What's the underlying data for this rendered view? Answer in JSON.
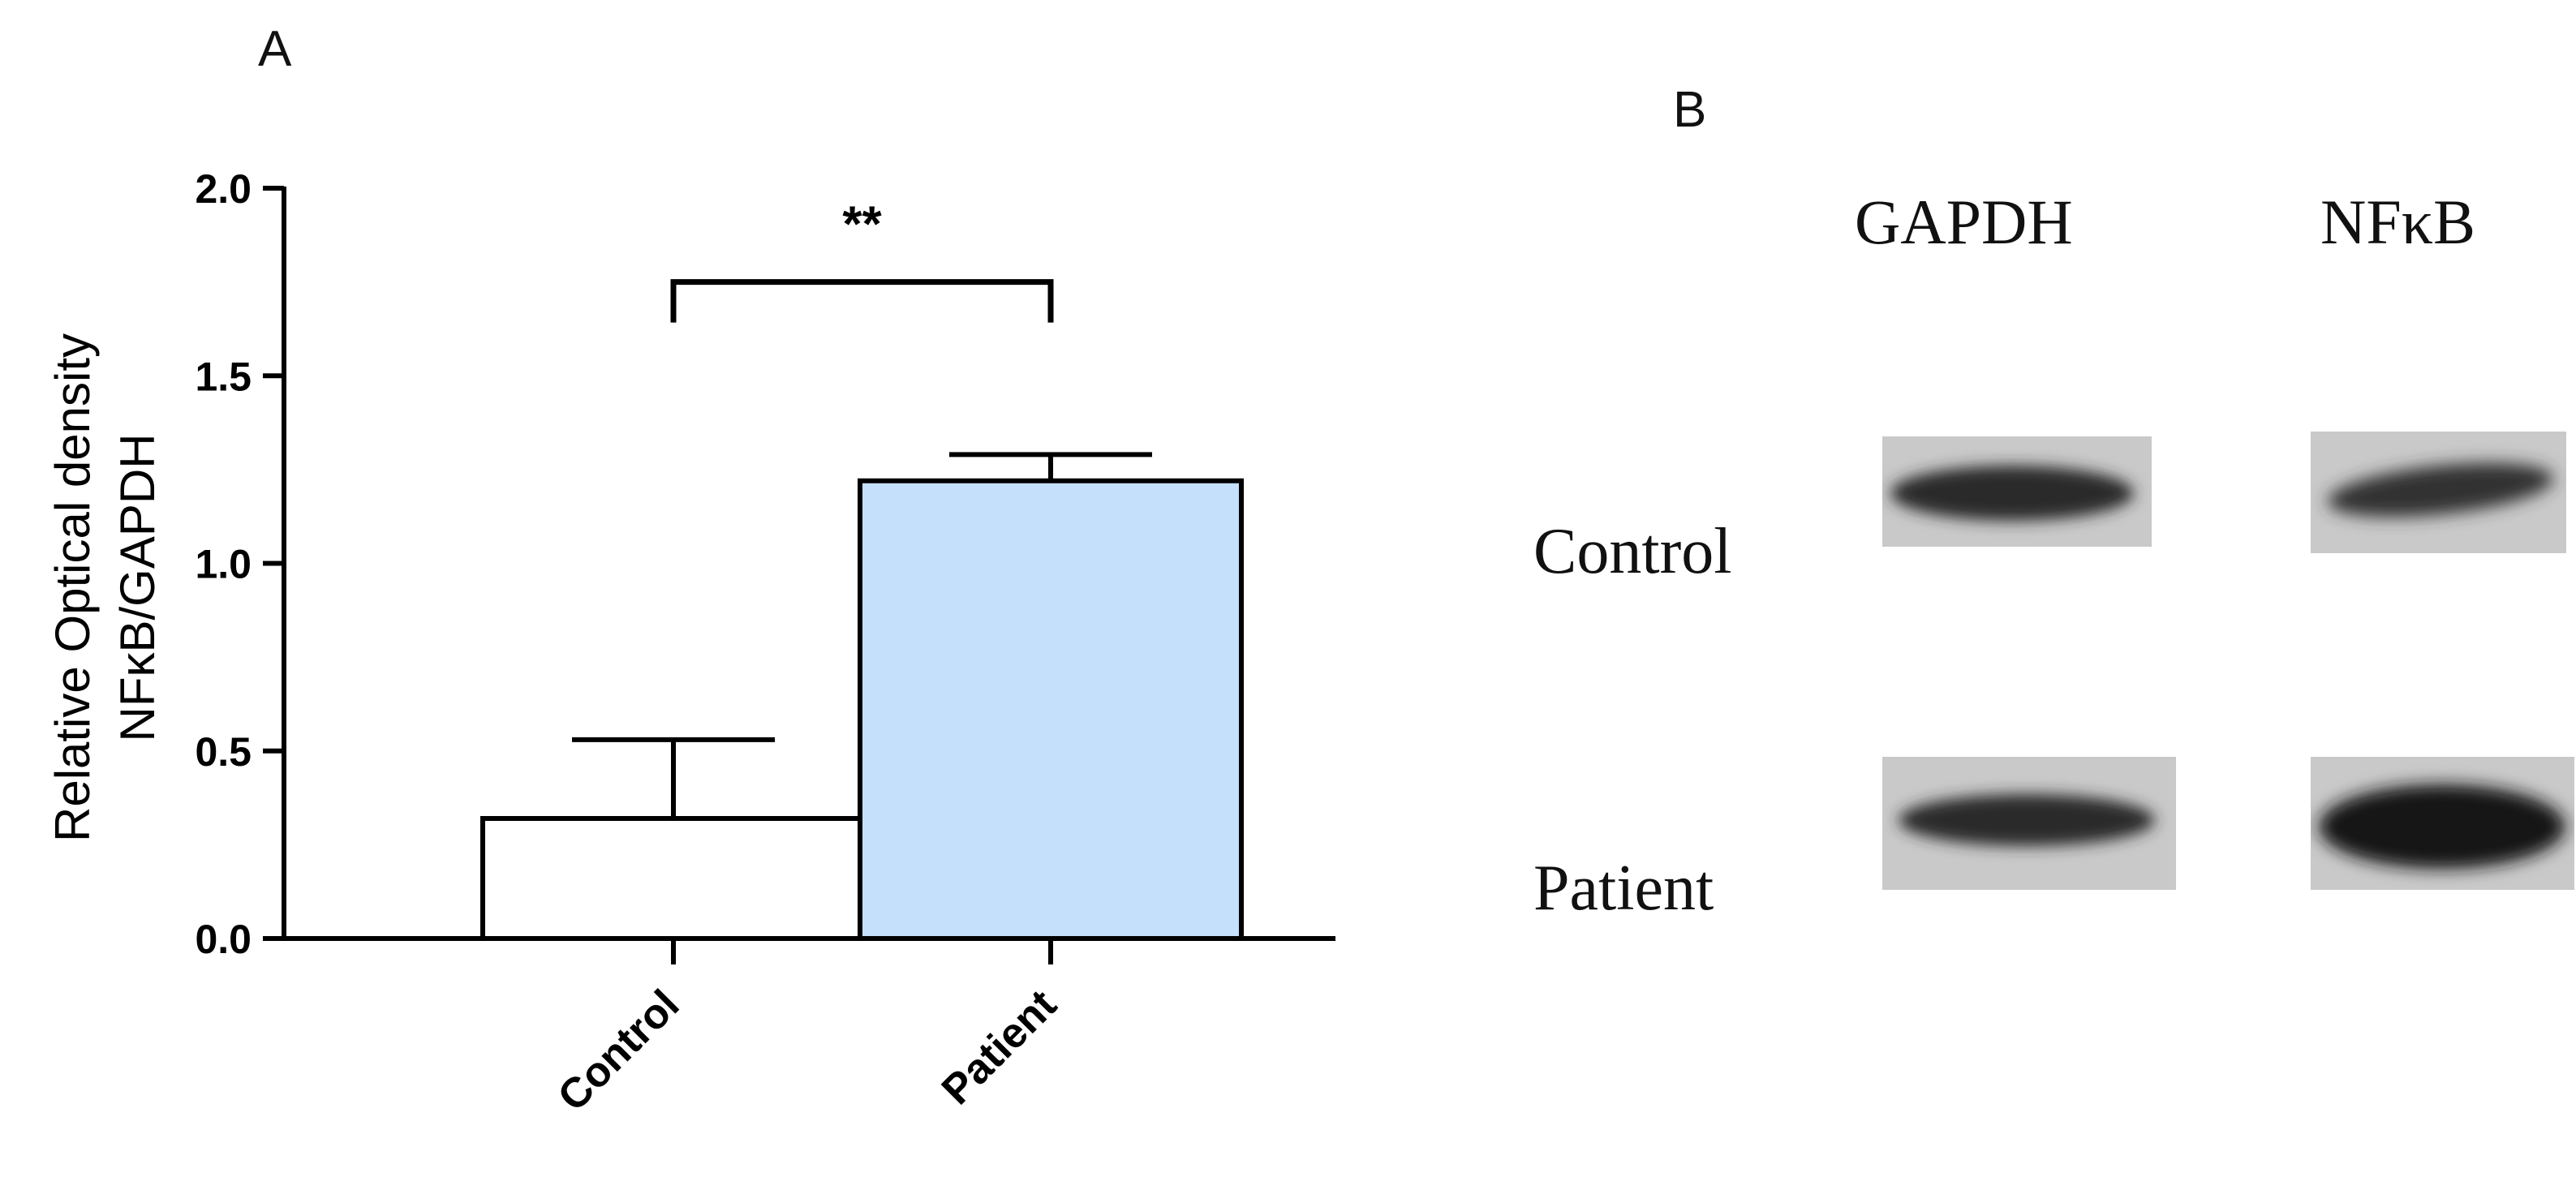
{
  "panels": {
    "a_label": "A",
    "b_label": "B"
  },
  "chart_data": {
    "type": "bar",
    "title": "",
    "xlabel": "",
    "ylabel_line1": "Relative Optical density",
    "ylabel_line2": "NFκB/GAPDH",
    "categories": [
      "Control",
      "Patient"
    ],
    "values": [
      0.32,
      1.22
    ],
    "errors": [
      0.21,
      0.07
    ],
    "bar_colors": [
      "#ffffff",
      "#c5e0fb"
    ],
    "ylim": [
      0.0,
      2.0
    ],
    "yticks": [
      0.0,
      0.5,
      1.0,
      1.5,
      2.0
    ],
    "ytick_labels": [
      "0.0",
      "0.5",
      "1.0",
      "1.5",
      "2.0"
    ],
    "grid": false,
    "significance": {
      "between": [
        0,
        1
      ],
      "label": "**",
      "level": 1.75
    }
  },
  "blot": {
    "columns": [
      "GAPDH",
      "NFκB"
    ],
    "rows": [
      "Control",
      "Patient"
    ],
    "band_colors": {
      "gapdh_control": "#2b2b2b",
      "nfkb_control": "#333333",
      "gapdh_patient": "#2a2a2a",
      "nfkb_patient": "#151515",
      "membrane": "#c9c9c9"
    }
  }
}
